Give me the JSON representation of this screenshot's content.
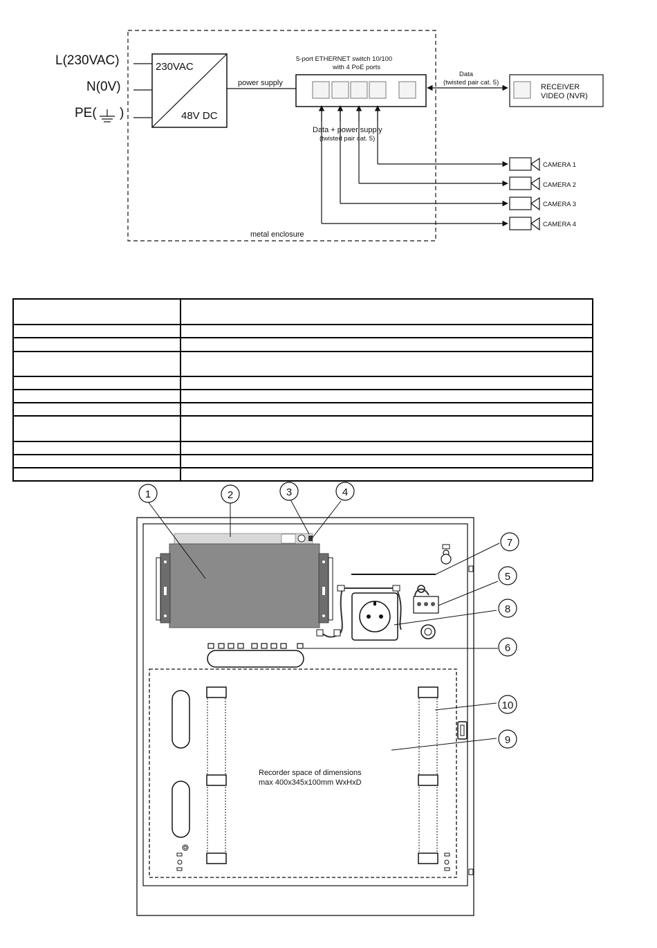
{
  "block_diagram": {
    "inputs": [
      "L(230VAC)",
      "N(0V)",
      "PE("
    ],
    "pe_close": ")",
    "psu_top": "230VAC",
    "psu_bottom": "48V DC",
    "power_supply_label": "power supply",
    "switch_title_line1": "5-port ETHERNET switch 10/100",
    "switch_title_line2": "with 4 PoE ports",
    "data_label_line1": "Data",
    "data_label_line2": "(twisted pair cat. 5)",
    "receiver_line1": "RECEIVER",
    "receiver_line2": "VIDEO (NVR)",
    "poe_label_line1": "Data + power supply",
    "poe_label_line2": "(twisted pair cat. 5)",
    "cameras": [
      "CAMERA 1",
      "CAMERA 2",
      "CAMERA 3",
      "CAMERA 4"
    ],
    "enclosure_label": "metal enclosure"
  },
  "table": {
    "rows": [
      {
        "size": "tall"
      },
      {
        "size": "short"
      },
      {
        "size": "short"
      },
      {
        "size": "tall"
      },
      {
        "size": "short"
      },
      {
        "size": "short"
      },
      {
        "size": "short"
      },
      {
        "size": "tall"
      },
      {
        "size": "short"
      },
      {
        "size": "short"
      },
      {
        "size": "short"
      }
    ]
  },
  "enclosure_drawing": {
    "callouts": [
      "1",
      "2",
      "3",
      "4",
      "5",
      "6",
      "7",
      "8",
      "9",
      "10"
    ],
    "recorder_line1": "Recorder space of dimensions",
    "recorder_line2": "max 400x345x100mm WxHxD"
  }
}
